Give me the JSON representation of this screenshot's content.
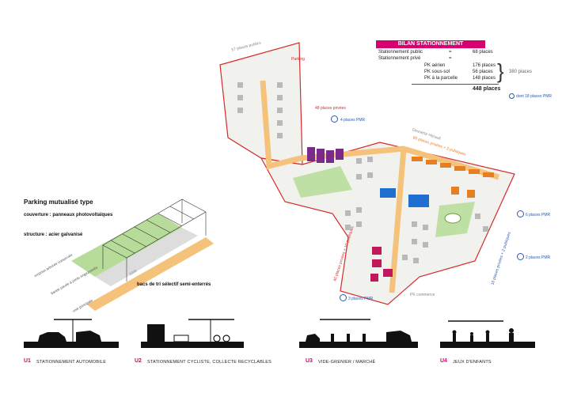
{
  "bilan": {
    "title": "BILAN STATIONNEMENT",
    "rows": [
      {
        "label": "Stationnement public",
        "op": "=",
        "value": "68 places"
      },
      {
        "label": "Stationnement privé",
        "op": "=",
        "value": ""
      },
      {
        "label": "PK aérien",
        "op": "",
        "value": "176 places"
      },
      {
        "label": "PK sous-sol",
        "op": "",
        "value": "56 places"
      },
      {
        "label": "PK à la parcelle",
        "op": "",
        "value": "148 places"
      }
    ],
    "subtotal": "380 places",
    "total": "448 places",
    "pmr_note": "dont 18 places PMR"
  },
  "map_labels": {
    "north_public": "57 places publics",
    "north_spot": "Parking",
    "private_top": "48 places privées",
    "pmr_top": "4 places PMR",
    "east_private": "80 places privées + 2 publiques",
    "east_pmr1": "6 places PMR",
    "east_pmr2": "2 places PMR",
    "east_side": "16 places privées + 2 publiques",
    "south_private": "40 places privées + 10 publiques",
    "south_pmr": "3 places PMR",
    "south_commerce": "PK commerce",
    "top_road": "Desserte Hérault"
  },
  "parking": {
    "title": "Parking mutualisé type",
    "couverture": "couverture : panneaux photovoltaïques",
    "structure": "structure : acier galvanisé",
    "tri": "bacs de tri sélectif semi-enterrés",
    "label_green": "emprise arborée conservée",
    "label_gravel": "bande pavée à joints engazonnés",
    "label_road": "voie principale",
    "dim": "5000"
  },
  "uses": [
    {
      "code": "U1",
      "text": "STATIONNEMENT AUTOMOBILE"
    },
    {
      "code": "U2",
      "text": "STATIONNEMENT CYCLISTE, COLLECTE RECYCLABLES"
    },
    {
      "code": "U3",
      "text": "VIDE-GRENIER / MARCHÉ"
    },
    {
      "code": "U4",
      "text": "JEUX D'ENFANTS"
    }
  ],
  "colors": {
    "accent": "#d6006f",
    "pmr": "#2a5aa8",
    "road": "#f4c27a",
    "green": "#9cc96b",
    "purple": "#7a2a8a",
    "blue": "#1f6fd1",
    "orange": "#e67e22",
    "site_outline": "#d62b2b"
  }
}
